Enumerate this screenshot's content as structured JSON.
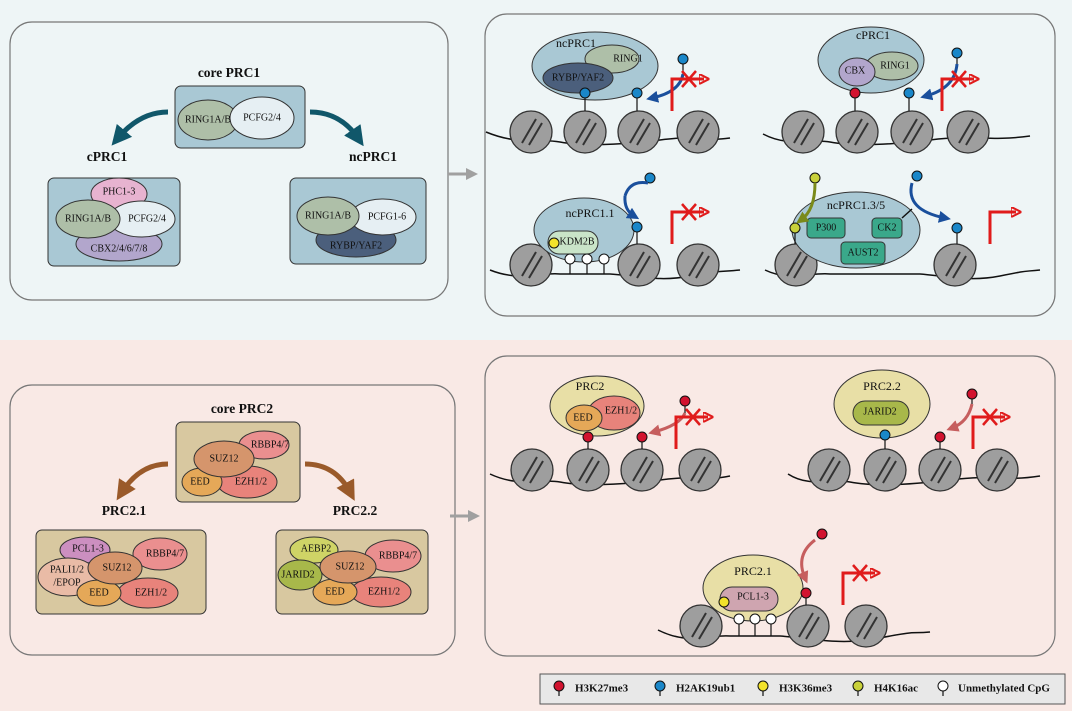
{
  "colors": {
    "top_bg": "#eef5f6",
    "bottom_bg": "#f9e9e5",
    "prc1_box": "#a9c8d4",
    "prc2_box": "#d8c8a0",
    "h3k27me3": "#d2132f",
    "h2ak19ub1": "#1a87c9",
    "h3k36me3": "#f2e22b",
    "h4k16ac": "#c9d13a",
    "unmethylated_cpg": "#ffffff",
    "arrow_red": "#e01b1b",
    "prc1_arrow": "#10576a",
    "prc2_arrow": "#9a5a2a",
    "blue_curve": "#1a4f9c",
    "pink_curve": "#c65e5e",
    "olive_curve": "#7a8a1a"
  },
  "prc1": {
    "core_title": "core PRC1",
    "core_components": [
      "RING1A/B",
      "PCFG2/4"
    ],
    "cprc1_title": "cPRC1",
    "cprc1_components": [
      "PHC1-3",
      "RING1A/B",
      "PCFG2/4",
      "CBX2/4/6/7/8"
    ],
    "ncprc1_title": "ncPRC1",
    "ncprc1_components": [
      "RING1A/B",
      "PCFG1-6",
      "RYBP/YAF2"
    ],
    "panels": {
      "ncprc1": {
        "title": "ncPRC1",
        "components": [
          "RING1",
          "RYBP/YAF2"
        ]
      },
      "cprc1": {
        "title": "cPRC1",
        "components": [
          "CBX",
          "RING1"
        ]
      },
      "ncprc1_1": {
        "title": "ncPRC1.1",
        "components": [
          "KDM2B"
        ]
      },
      "ncprc1_3_5": {
        "title": "ncPRC1.3/5",
        "components": [
          "P300",
          "CK2",
          "AUST2"
        ]
      }
    }
  },
  "prc2": {
    "core_title": "core PRC2",
    "core_components": [
      "SUZ12",
      "RBBP4/7",
      "EED",
      "EZH1/2"
    ],
    "prc2_1_title": "PRC2.1",
    "prc2_1_components": [
      "PCL1-3",
      "RBBP4/7",
      "PALI1/2",
      "/EPOP",
      "SUZ12",
      "EED",
      "EZH1/2"
    ],
    "prc2_2_title": "PRC2.2",
    "prc2_2_components": [
      "AEBP2",
      "RBBP4/7",
      "JARID2",
      "SUZ12",
      "EED",
      "EZH1/2"
    ],
    "panels": {
      "prc2": {
        "title": "PRC2",
        "components": [
          "EED",
          "EZH1/2"
        ]
      },
      "prc2_2": {
        "title": "PRC2.2",
        "components": [
          "JARID2"
        ]
      },
      "prc2_1": {
        "title": "PRC2.1",
        "components": [
          "PCL1-3"
        ]
      }
    }
  },
  "legend": [
    {
      "label": "H3K27me3",
      "color": "#d2132f"
    },
    {
      "label": "H2AK19ub1",
      "color": "#1a87c9"
    },
    {
      "label": "H3K36me3",
      "color": "#f2e22b"
    },
    {
      "label": "H4K16ac",
      "color": "#c9d13a"
    },
    {
      "label": "Unmethylated CpG",
      "color": "#ffffff"
    }
  ]
}
